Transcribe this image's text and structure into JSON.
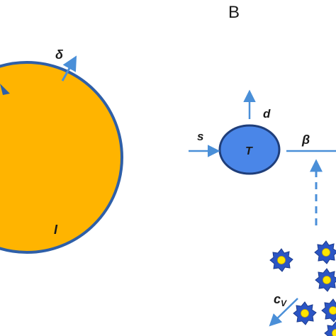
{
  "panel": {
    "label": "B"
  },
  "labels": {
    "infected_cell": "I",
    "infected_death": "δ",
    "target_cell": "T",
    "target_production": "s",
    "target_death": "d",
    "infection_rate": "β",
    "virus_clearance_base": "c",
    "virus_clearance_sub": "V"
  },
  "icons": {
    "infected_cell": "orange-circle",
    "target_cell": "blue-ellipse",
    "virion": "blue-star-virion"
  },
  "colors": {
    "infected_fill": "#FFB400",
    "infected_stroke": "#2E5FA8",
    "target_fill": "#4A86E8",
    "target_stroke": "#1F3E7A",
    "arrow": "#4A8FD8",
    "virion_fill": "#2B55C4",
    "virion_core": "#FFE600"
  },
  "virions_shown": 6
}
